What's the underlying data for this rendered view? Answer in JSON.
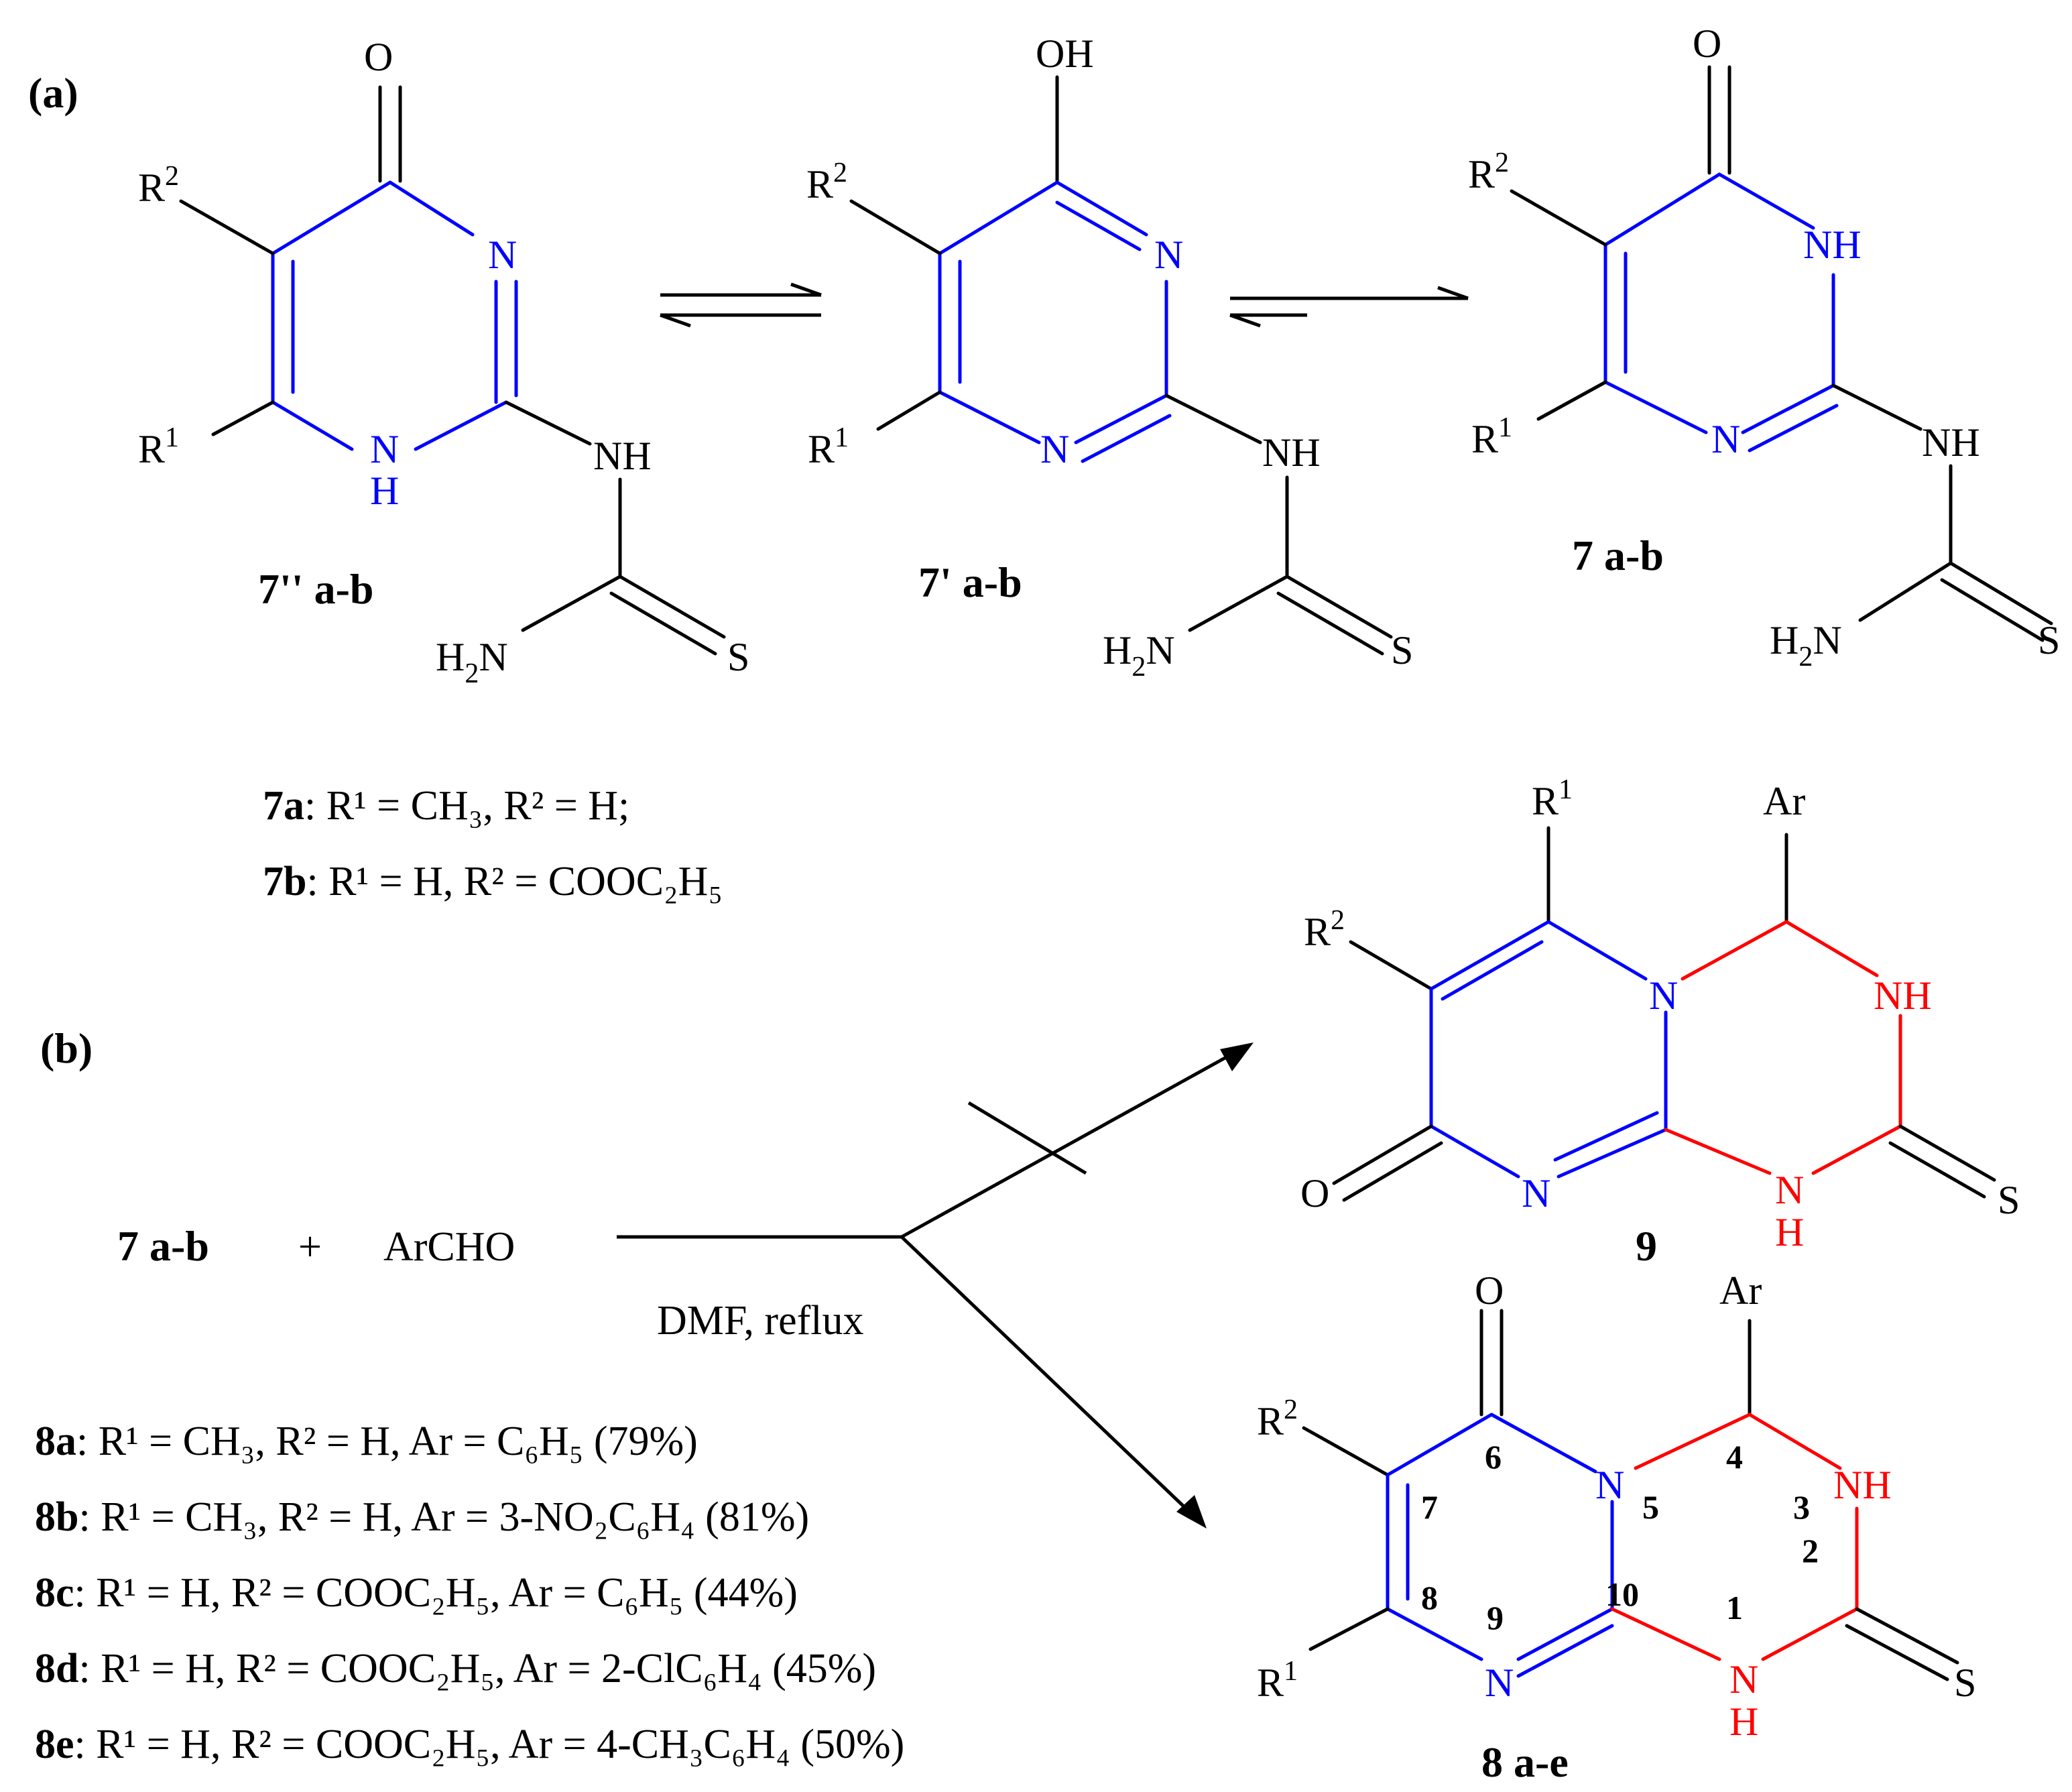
{
  "panels": {
    "a": "(a)",
    "b": "(b)"
  },
  "atoms": {
    "O": "O",
    "OH": "OH",
    "N": "N",
    "NH": "NH",
    "H": "H",
    "S": "S",
    "R": "R",
    "sup1": "1",
    "sup2": "2",
    "H2N_H": "H",
    "H2N_2": "2",
    "H2N_N": "N",
    "Ar": "Ar"
  },
  "compounds": {
    "c7pp": "7'' a-b",
    "c7p": "7' a-b",
    "c7": "7 a-b",
    "c9": "9",
    "c8": "8 a-e"
  },
  "definitions_7": [
    {
      "id": "7a",
      "text": ": R¹ = CH₃, R² = H;"
    },
    {
      "id": "7b",
      "text": ": R¹ = H, R² = COOC₂H₅"
    }
  ],
  "reaction": {
    "reactant": "7 a-b",
    "plus": "+",
    "reagent": "ArCHO",
    "conditions": "DMF, reflux"
  },
  "products_8": [
    {
      "id": "8a",
      "text": ": R¹ = CH₃, R² = H, Ar = C₆H₅ (79%)"
    },
    {
      "id": "8b",
      "text": ": R¹ = CH₃, R² = H, Ar = 3-NO₂C₆H₄ (81%)"
    },
    {
      "id": "8c",
      "text": ": R¹ = H, R² = COOC₂H₅, Ar = C₆H₅ (44%)"
    },
    {
      "id": "8d",
      "text": ": R¹ = H, R² = COOC₂H₅, Ar = 2-ClC₆H₄ (45%)"
    },
    {
      "id": "8e",
      "text": ": R¹ = H, R² = COOC₂H₅, Ar = 4-CH₃C₆H₄ (50%)"
    }
  ],
  "ring_numbers": [
    "1",
    "2",
    "3",
    "4",
    "5",
    "6",
    "7",
    "8",
    "9",
    "10"
  ],
  "colors": {
    "bonds": "#000000",
    "pyrimidine_ring": "#0000ff",
    "triazine_ring": "#ff0000"
  }
}
